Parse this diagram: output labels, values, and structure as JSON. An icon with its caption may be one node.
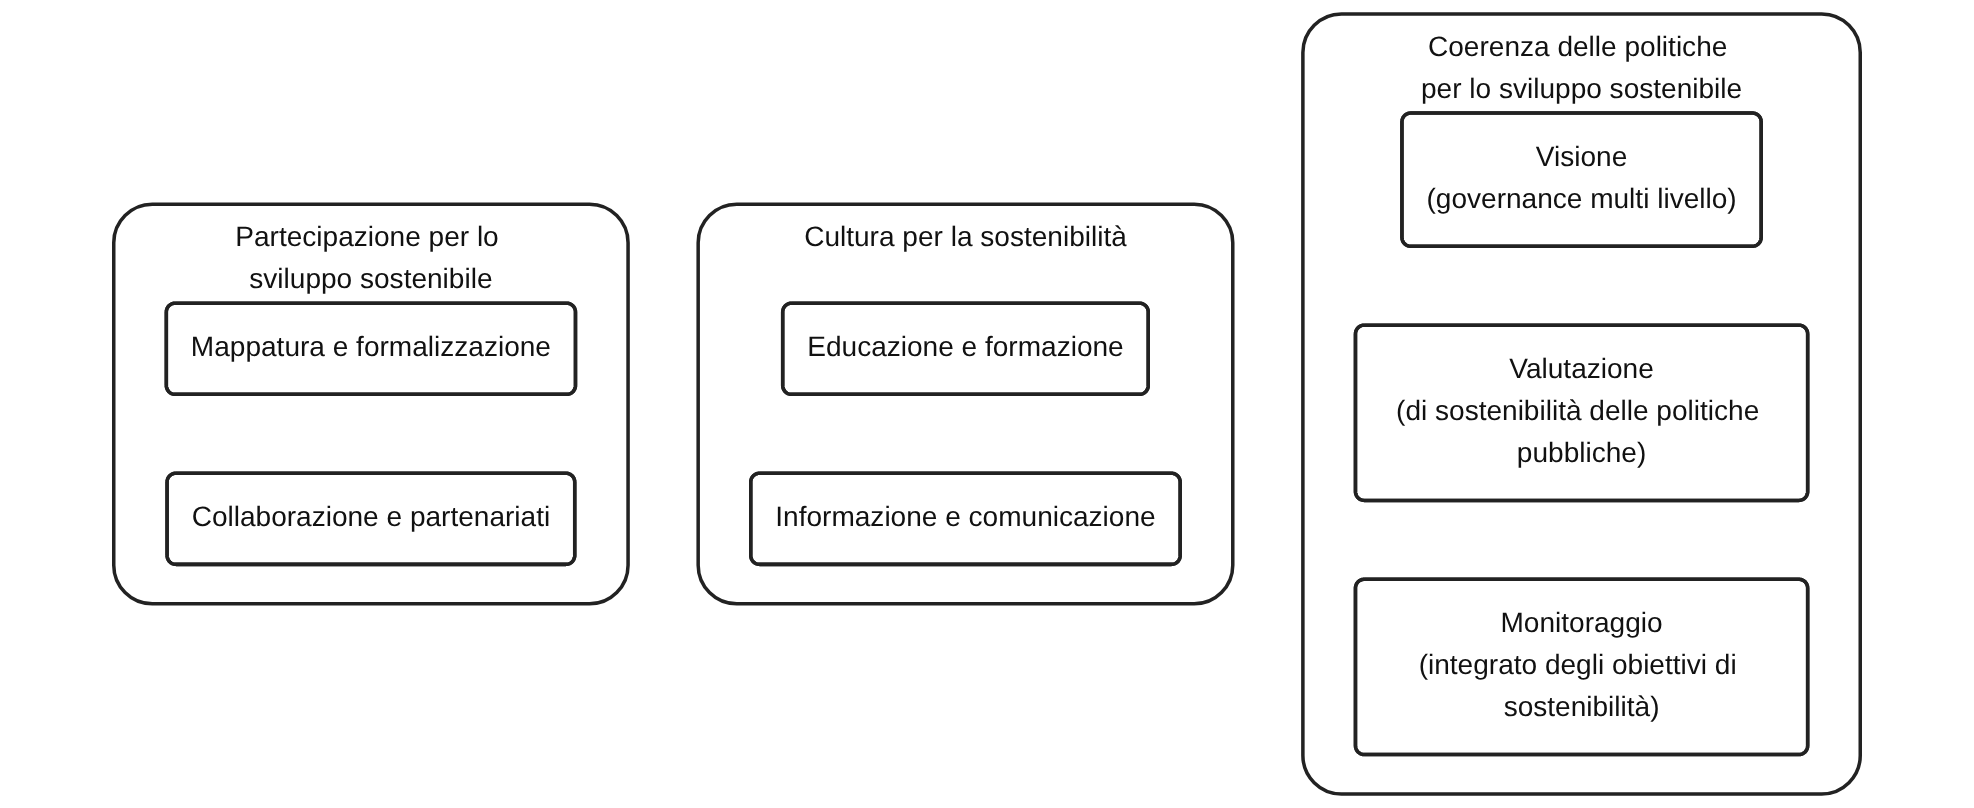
{
  "diagram": {
    "nodes": [
      {
        "text": [
          "Coerenza delle politiche per lo sviluppo sostenibile"
        ]
      },
      {
        "text": [
          "Visione",
          "(governance multi livello)"
        ],
        "in": 0
      },
      {
        "text": [
          "Valutazione",
          "(di sostenibilità delle politiche pubbliche)"
        ],
        "in": 0
      },
      {
        "text": [
          "Monitoraggio",
          "(integrato degli obiettivi di sostenibilità)"
        ],
        "in": 0
      },
      {
        "text": [
          "Cultura per la sostenibilità"
        ]
      },
      {
        "text": [
          "Educazione e formazione"
        ],
        "in": 4
      },
      {
        "text": [
          "Informazione e comunicazione"
        ],
        "in": 4
      },
      {
        "text": [
          "Partecipazione per lo sviluppo sostenibile"
        ]
      },
      {
        "text": [
          "Mappatura e formalizzazione"
        ],
        "in": 7
      },
      {
        "text": [
          "Collaborazione e partenariati"
        ],
        "in": 7
      }
    ],
    "edges": []
  }
}
